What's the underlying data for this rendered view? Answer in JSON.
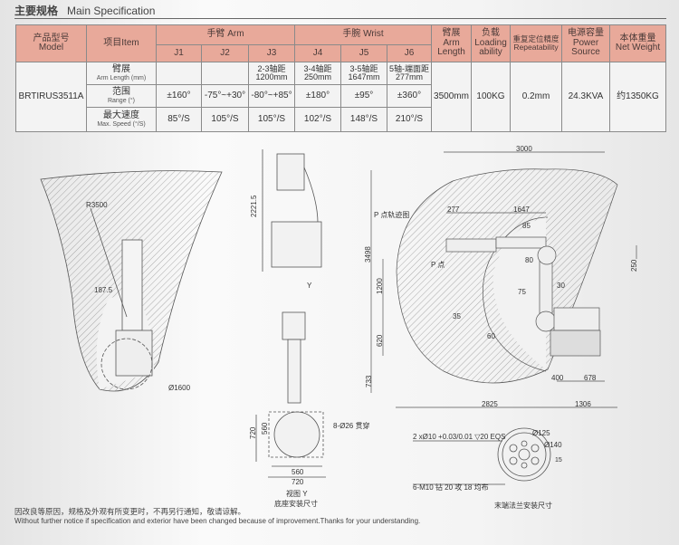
{
  "header": {
    "title_cn": "主要规格",
    "title_en": "Main Specification"
  },
  "table": {
    "h_model_cn": "产品型号",
    "h_model_en": "Model",
    "h_item": "项目Item",
    "h_arm": "手臂 Arm",
    "h_wrist": "手腕 Wrist",
    "joints": [
      "J1",
      "J2",
      "J3",
      "J4",
      "J5",
      "J6"
    ],
    "h_armlen_cn": "臂展",
    "h_armlen_en1": "Arm",
    "h_armlen_en2": "Length",
    "h_load_cn": "负载",
    "h_load_en1": "Loading",
    "h_load_en2": "ability",
    "h_rep_cn": "重复定位精度",
    "h_rep_en": "Repeatability",
    "h_power_cn": "电源容量",
    "h_power_en1": "Power",
    "h_power_en2": "Source",
    "h_weight_cn": "本体重量",
    "h_weight_en": "Net Weight",
    "model": "BRTIRUS3511A",
    "rows": [
      {
        "cn": "臂展",
        "en": "Arm Length (mm)",
        "vals": [
          "",
          "",
          "2-3轴距 1200mm",
          "3-4轴距 250mm",
          "3-5轴距 1647mm",
          "5轴-端面距 277mm"
        ]
      },
      {
        "cn": "范围",
        "en": "Range (°)",
        "vals": [
          "±160°",
          "-75°~+30°",
          "-80°~+85°",
          "±180°",
          "±95°",
          "±360°"
        ]
      },
      {
        "cn": "最大速度",
        "en": "Max. Speed (°/S)",
        "vals": [
          "85°/S",
          "105°/S",
          "105°/S",
          "102°/S",
          "148°/S",
          "210°/S"
        ]
      }
    ],
    "arm_length": "3500mm",
    "loading": "100KG",
    "repeatability": "0.2mm",
    "power": "24.3KVA",
    "weight": "约1350KG"
  },
  "drawings": {
    "left": {
      "r": "R3500",
      "d187": "187.5",
      "dia": "Ø1600"
    },
    "middle": {
      "h": "2221.5",
      "y": "Y",
      "d720v": "720",
      "d560v": "560",
      "holes": "8-Ø26 贯穿",
      "d560": "560",
      "d720": "720",
      "cap1": "视图 Y",
      "cap2": "底座安装尺寸"
    },
    "right": {
      "d3000": "3000",
      "d3498": "3498",
      "d277": "277",
      "d1647": "1647",
      "ptrack": "P 点轨迹图",
      "p": "P 点",
      "a85": "85",
      "a80": "80",
      "a75": "75",
      "a30": "30",
      "a35": "35",
      "a60": "60",
      "d1200": "1200",
      "d620": "620",
      "d733": "733",
      "d250": "250",
      "d400": "400",
      "d678": "678",
      "d2825": "2825",
      "d1306": "1306"
    },
    "flange": {
      "pins": "2 xØ10 +0.03/0.01 ▽20 EQS",
      "d125": "Ø125",
      "d140": "Ø140",
      "d15": "15",
      "taps": "6-M10 钻 20 攻 18 均布",
      "cap": "末端法兰安装尺寸"
    }
  },
  "footer": {
    "cn": "因改良等原因，规格及外观有所变更时，不再另行通知，敬请谅解。",
    "en": "Without further notice if specification and exterior have been changed because of improvement.Thanks for your understanding."
  }
}
